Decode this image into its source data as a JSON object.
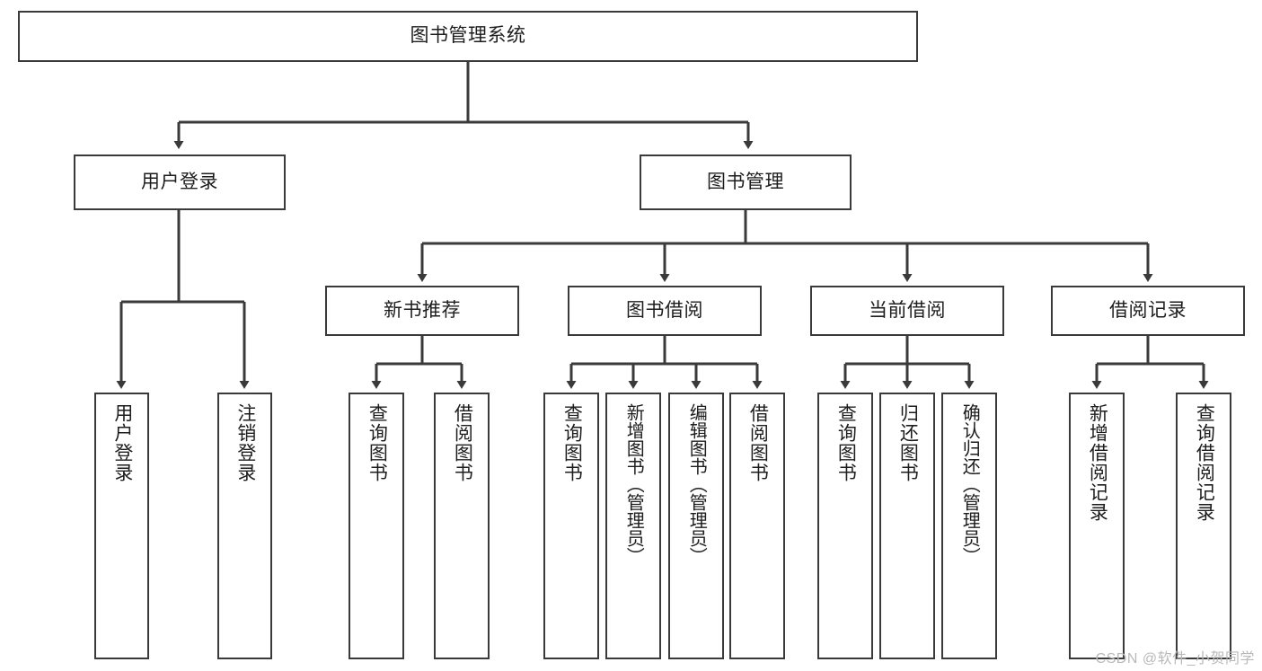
{
  "diagram": {
    "title": "图书管理系统",
    "style": {
      "box_border": "#3a3a3a",
      "box_fill": "#ffffff",
      "line": "#3a3a3a",
      "text": "#1d1d1d",
      "background": "#ffffff",
      "watermark_color": "#b9b9b9"
    },
    "root": {
      "label": "图书管理系统"
    },
    "level1": [
      {
        "label": "用户登录"
      },
      {
        "label": "图书管理"
      }
    ],
    "level2": [
      {
        "label": "新书推荐"
      },
      {
        "label": "图书借阅"
      },
      {
        "label": "当前借阅"
      },
      {
        "label": "借阅记录"
      }
    ],
    "leaves": {
      "user_login": [
        {
          "label": "用户登录"
        },
        {
          "label": "注销登录"
        }
      ],
      "new_book": [
        {
          "label": "查询图书"
        },
        {
          "label": "借阅图书"
        }
      ],
      "book_borrow": [
        {
          "label": "查询图书"
        },
        {
          "label": "新增图书（管理员）"
        },
        {
          "label": "编辑图书（管理员）"
        },
        {
          "label": "借阅图书"
        }
      ],
      "current_borrow": [
        {
          "label": "查询图书"
        },
        {
          "label": "归还图书"
        },
        {
          "label": "确认归还（管理员）"
        }
      ],
      "borrow_record": [
        {
          "label": "新增借阅记录"
        },
        {
          "label": "查询借阅记录"
        }
      ]
    }
  },
  "watermark": {
    "text": "CSDN @软件_小贺同学"
  }
}
